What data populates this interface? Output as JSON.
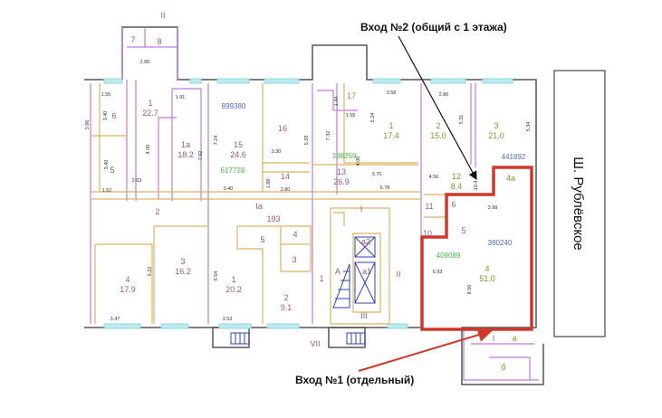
{
  "annotations": {
    "entrance2": "Вход №2 (общий с 1 этажа)",
    "entrance1": "Вход №1 (отдельный)",
    "street": "Ш. Рублёвское"
  },
  "colors": {
    "highlight": "#d0382a",
    "wall": "#555555",
    "partition": "#c07adf",
    "partition2": "#e0b060",
    "window": "#8fd8e0"
  },
  "rooms": {
    "r7": "7",
    "r8": "8",
    "r1a_num": "1",
    "r1a_area": "22.7",
    "r1b_num": "1а",
    "r1b_area": "18.2",
    "r6": "6",
    "r5": "5",
    "r15_num": "15",
    "r15_area": "24.6",
    "r16": "16",
    "r14": "14",
    "r17": "17",
    "r1c_num": "1",
    "r1c_area": "17.4",
    "r13_num": "13",
    "r13_area": "26.9",
    "r2a_num": "2",
    "r2a_area": "15.0",
    "r3a_num": "3",
    "r3a_area": "21.0",
    "r12_num": "12",
    "r12_area": "8.4",
    "r4a": "4а",
    "r11": "11",
    "r6b": "6",
    "r10": "10",
    "r5b": "5",
    "r4b_num": "4",
    "r4b_area": "51.0",
    "rI": "I",
    "rII": "II",
    "rIII": "III",
    "rA": "А",
    "ra1": "а1",
    "ra2": "а2",
    "r1d": "1",
    "r2": "2",
    "rIa": "Iа",
    "r193": "193",
    "r5c": "5",
    "r4c": "4",
    "r3c": "3",
    "r4d_num": "4",
    "r4d_area": "17.9",
    "r3d_num": "3",
    "r3d_area": "16.2",
    "r1e_num": "1",
    "r1e_area": "20.2",
    "r2e_num": "2",
    "r2e_area": "9.1",
    "rVII": "VII",
    "rII_top": "II",
    "ra": "а",
    "rb": "б",
    "rIent": "I"
  },
  "codes": {
    "c1": "899380",
    "c2": "617728",
    "c3": "398259",
    "c4": "441892",
    "c5": "390240",
    "c6": "409089"
  },
  "dims": {
    "d1": "2.80",
    "d2": "1.55",
    "d3": "1.91",
    "d4": "3.40",
    "d5": "3.96",
    "d6": "4.00",
    "d7": "7.92",
    "d8": "7.24",
    "d9": "3.30",
    "d10": "5.28",
    "d11": "3.40",
    "d12": "2.03",
    "d13": "1.62",
    "d14": "3.40",
    "d15": "1.88",
    "d16": "2.80",
    "d17": "1.44",
    "d18": "1.55",
    "d19": "3.58",
    "d20": "5.24",
    "d21": "7.32",
    "d22": "4.00",
    "d23": "3.70",
    "d24": "6.78",
    "d25": "2.86",
    "d26": "5.31",
    "d27": "5.34",
    "d28": "4.56",
    "d29": "10.4",
    "d30": "3.98",
    "d31": "6.93",
    "d32": "8.50",
    "d33": "5.22",
    "d34": "6.54",
    "d35": "3.47",
    "d36": "3.53"
  }
}
